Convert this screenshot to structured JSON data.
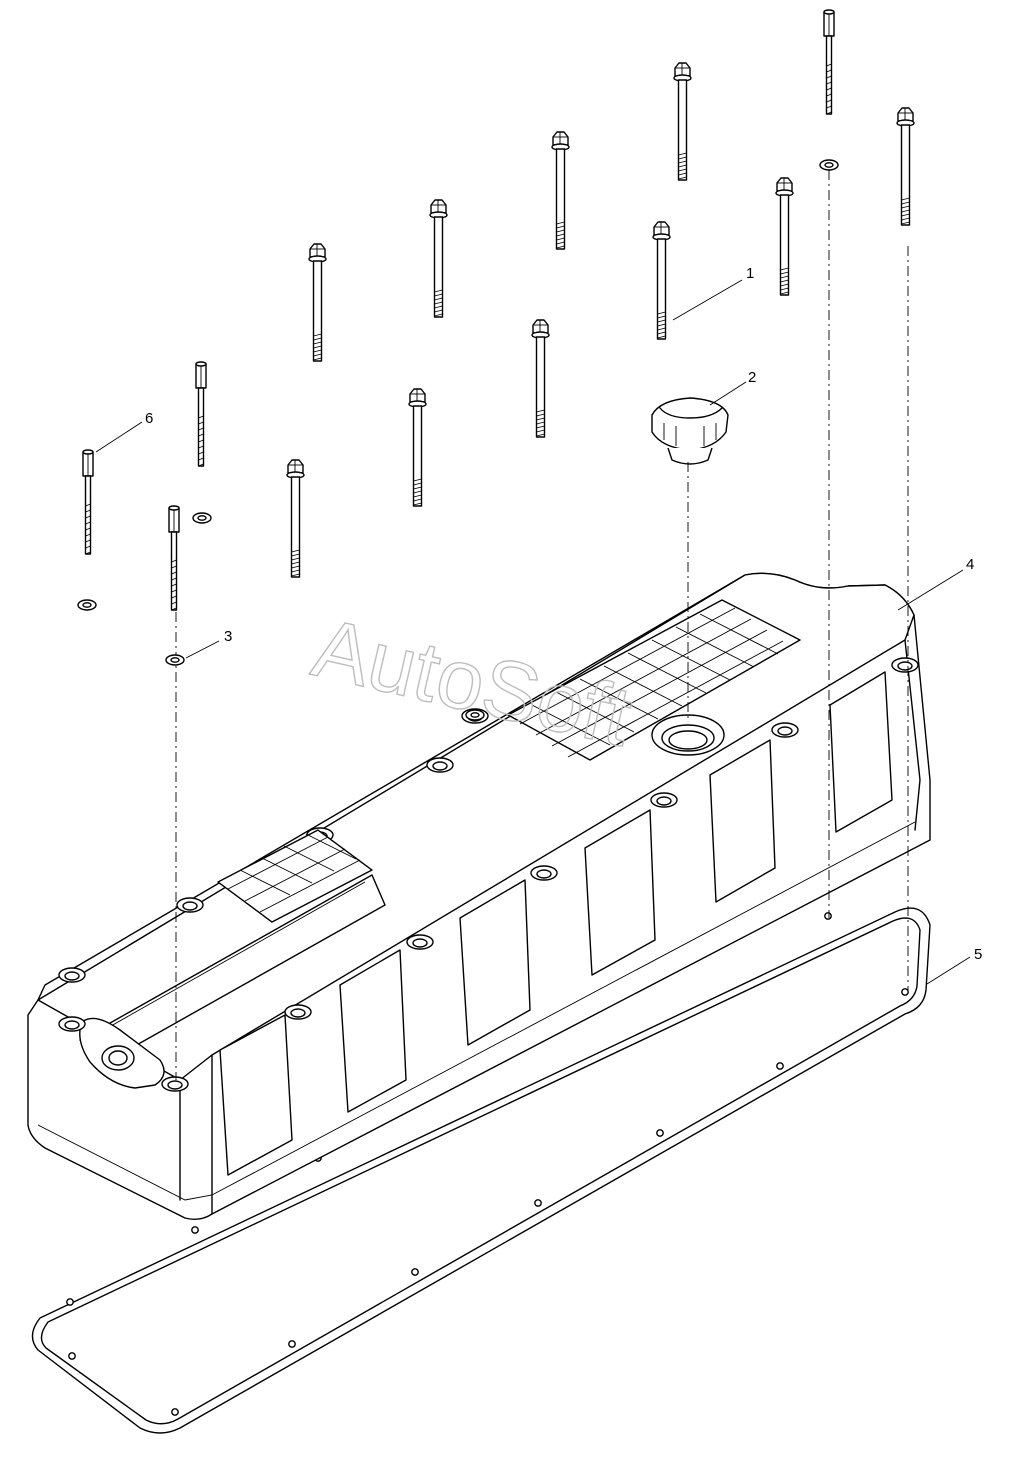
{
  "watermark": "AutoSoft",
  "callouts": [
    {
      "id": "callout-1",
      "label": "1"
    },
    {
      "id": "callout-2",
      "label": "2"
    },
    {
      "id": "callout-3",
      "label": "3"
    },
    {
      "id": "callout-4",
      "label": "4"
    },
    {
      "id": "callout-5",
      "label": "5"
    },
    {
      "id": "callout-6",
      "label": "6"
    }
  ]
}
